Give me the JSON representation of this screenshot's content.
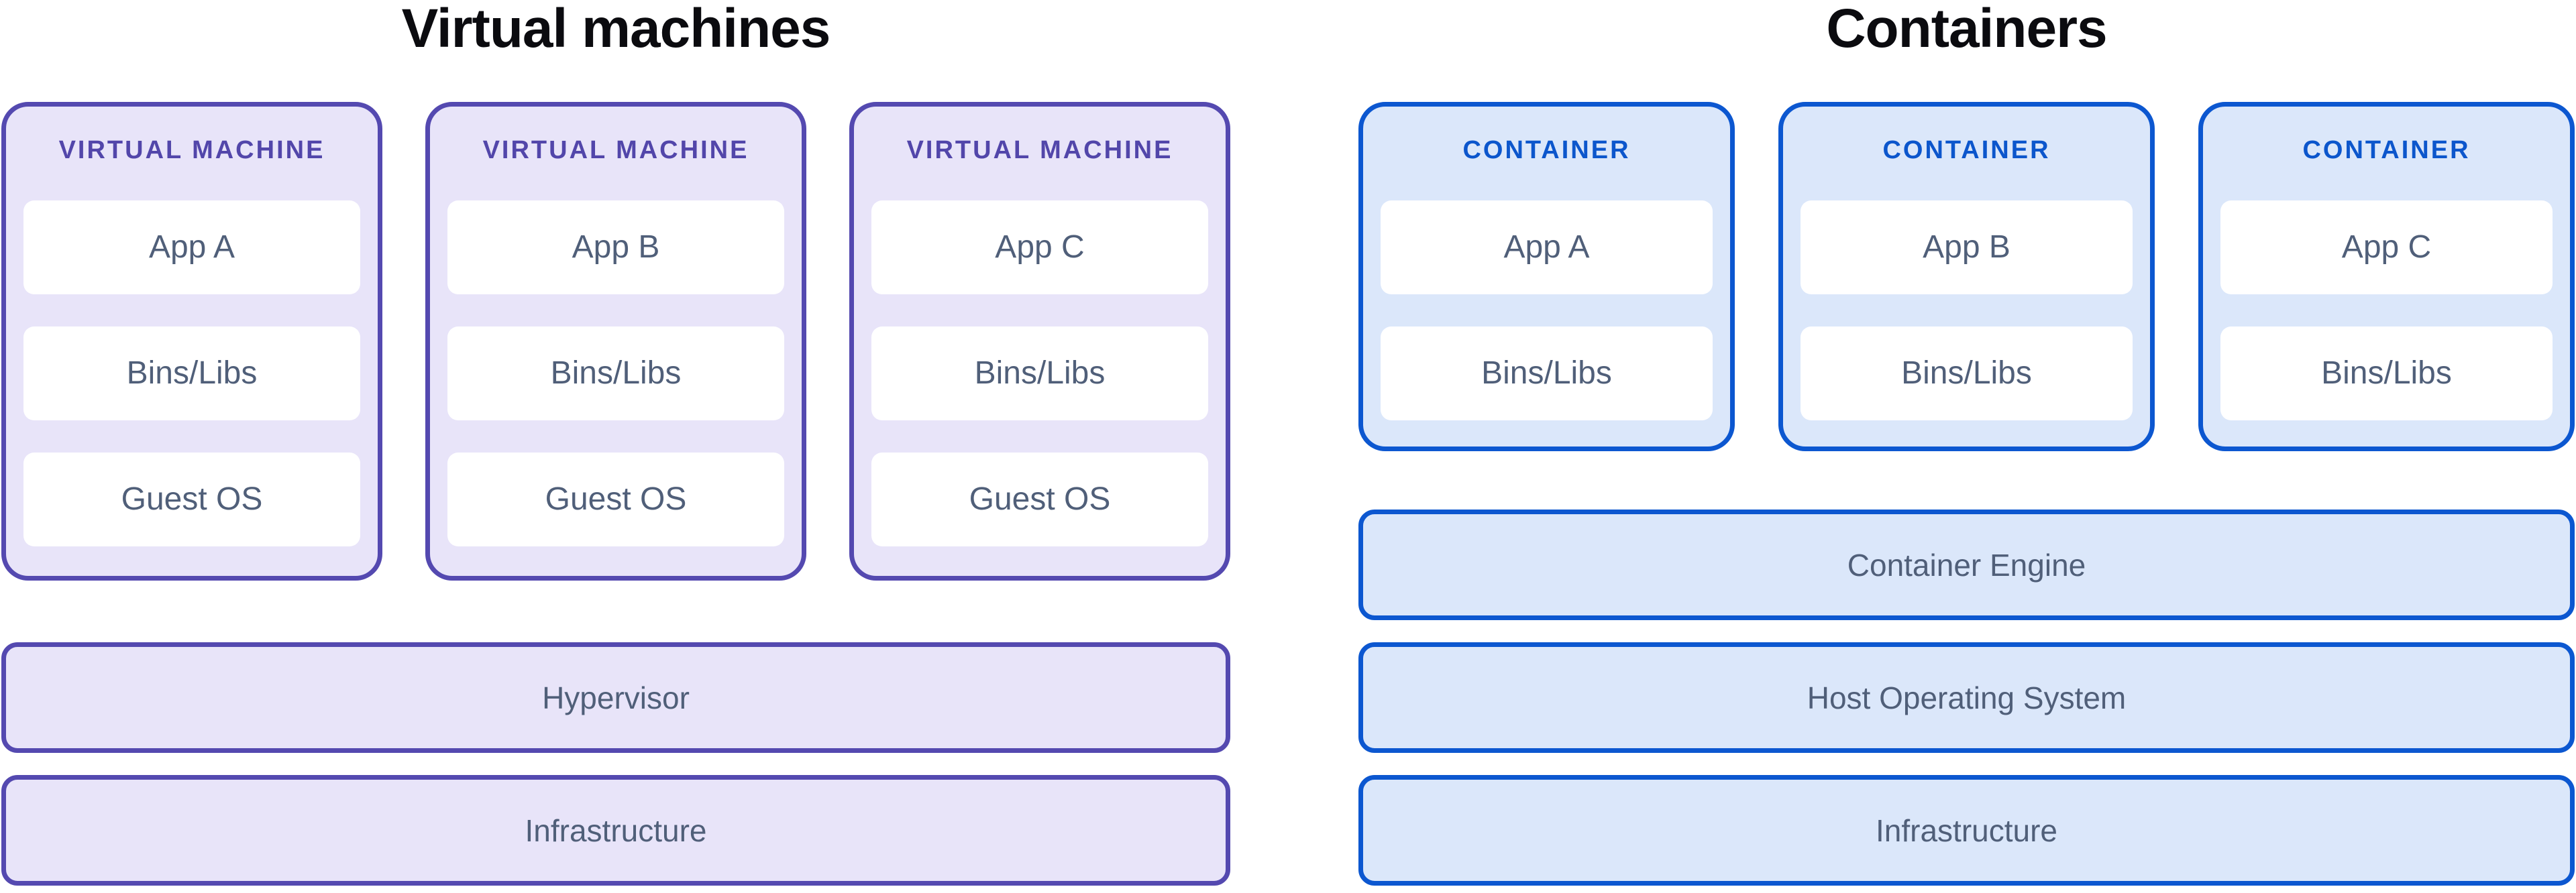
{
  "vm": {
    "title": "Virtual machines",
    "cards": [
      {
        "label": "VIRTUAL MACHINE",
        "layers": [
          "App A",
          "Bins/Libs",
          "Guest OS"
        ]
      },
      {
        "label": "VIRTUAL MACHINE",
        "layers": [
          "App B",
          "Bins/Libs",
          "Guest OS"
        ]
      },
      {
        "label": "VIRTUAL MACHINE",
        "layers": [
          "App C",
          "Bins/Libs",
          "Guest OS"
        ]
      }
    ],
    "bars": [
      "Hypervisor",
      "Infrastructure"
    ]
  },
  "containers": {
    "title": "Containers",
    "cards": [
      {
        "label": "CONTAINER",
        "layers": [
          "App A",
          "Bins/Libs"
        ]
      },
      {
        "label": "CONTAINER",
        "layers": [
          "App B",
          "Bins/Libs"
        ]
      },
      {
        "label": "CONTAINER",
        "layers": [
          "App C",
          "Bins/Libs"
        ]
      }
    ],
    "bars": [
      "Container Engine",
      "Host Operating System",
      "Infrastructure"
    ]
  },
  "colors": {
    "vm_border": "#5449b0",
    "vm_fill": "#e8e4f9",
    "vm_header_text": "#5246aa",
    "container_border": "#0c57d0",
    "container_fill": "#dbe7fa",
    "container_header_text": "#0c56cc",
    "layer_text": "#505f79",
    "title_text": "#0b0b0f",
    "layer_box_fill": "#ffffff",
    "background": "#ffffff"
  }
}
